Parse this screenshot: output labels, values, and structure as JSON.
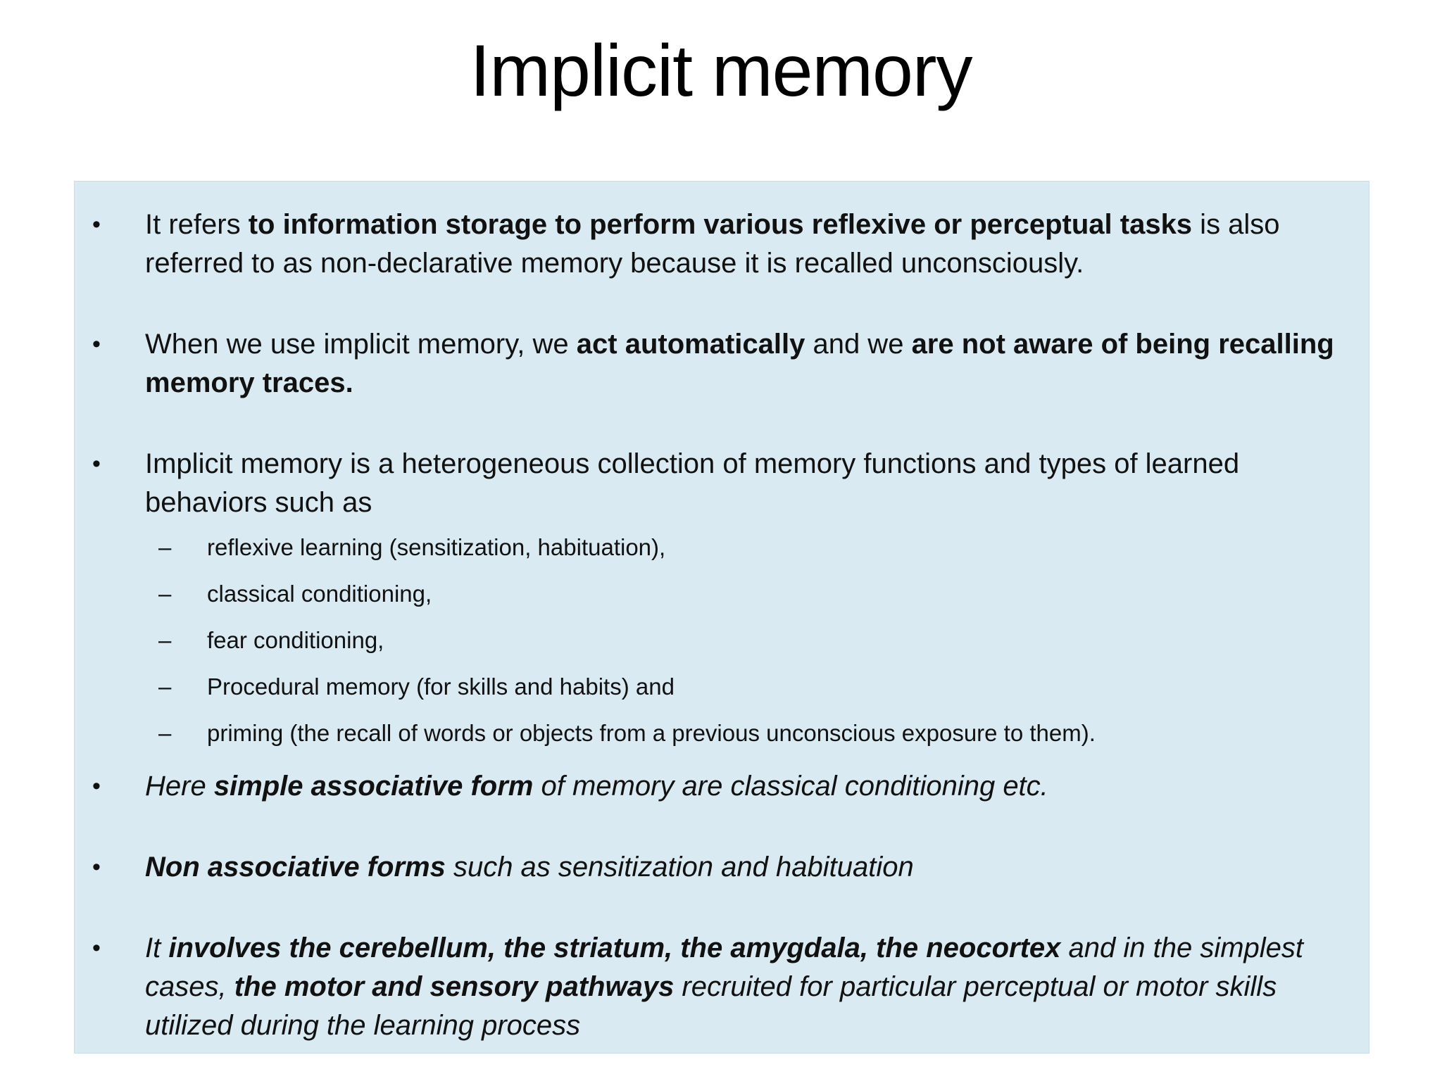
{
  "slide": {
    "title": "Implicit memory",
    "colors": {
      "page_bg": "#ffffff",
      "panel_bg": "#daeaf2",
      "text": "#111111"
    },
    "markers": {
      "level1": "•",
      "level2": "–"
    },
    "bullets": [
      {
        "level": 1,
        "runs": [
          {
            "t": "It refers ",
            "b": false,
            "i": false
          },
          {
            "t": "to information storage to perform various reflexive or perceptual tasks",
            "b": true,
            "i": false
          },
          {
            "t": " is also referred to as non-declarative memory because it is recalled unconsciously.",
            "b": false,
            "i": false
          }
        ]
      },
      {
        "level": 1,
        "runs": [
          {
            "t": "When we use implicit memory, we ",
            "b": false,
            "i": false
          },
          {
            "t": "act automatically",
            "b": true,
            "i": false
          },
          {
            "t": " and we ",
            "b": false,
            "i": false
          },
          {
            "t": "are not aware of being recalling memory traces.",
            "b": true,
            "i": false
          }
        ]
      },
      {
        "level": 1,
        "runs": [
          {
            "t": "Implicit memory is a heterogeneous collection of memory functions and types of learned behaviors such as",
            "b": false,
            "i": false
          }
        ]
      },
      {
        "level": 2,
        "runs": [
          {
            "t": "reflexive learning (sensitization, habituation),",
            "b": false,
            "i": false
          }
        ]
      },
      {
        "level": 2,
        "runs": [
          {
            "t": "classical conditioning,",
            "b": false,
            "i": false
          }
        ]
      },
      {
        "level": 2,
        "runs": [
          {
            "t": "fear conditioning,",
            "b": false,
            "i": false
          }
        ]
      },
      {
        "level": 2,
        "runs": [
          {
            "t": "Procedural memory (for skills and habits) and",
            "b": false,
            "i": false
          }
        ]
      },
      {
        "level": 2,
        "runs": [
          {
            "t": "priming (the recall of words or objects from a previous unconscious exposure to them).",
            "b": false,
            "i": false
          }
        ]
      },
      {
        "level": 1,
        "runs": [
          {
            "t": "Here ",
            "b": false,
            "i": true
          },
          {
            "t": "simple associative form",
            "b": true,
            "i": true
          },
          {
            "t": " of memory are classical conditioning etc.",
            "b": false,
            "i": true
          }
        ]
      },
      {
        "level": 1,
        "runs": [
          {
            "t": "Non associative forms",
            "b": true,
            "i": true
          },
          {
            "t": " such as sensitization and habituation",
            "b": false,
            "i": true
          }
        ]
      },
      {
        "level": 1,
        "runs": [
          {
            "t": "It ",
            "b": false,
            "i": true
          },
          {
            "t": "involves the cerebellum, the striatum, the amygdala, the neocortex",
            "b": true,
            "i": true
          },
          {
            "t": " and in the simplest cases, ",
            "b": false,
            "i": true
          },
          {
            "t": "the motor and sensory pathways",
            "b": true,
            "i": true
          },
          {
            "t": " recruited for particular perceptual or motor skills utilized during the learning process",
            "b": false,
            "i": true
          }
        ]
      }
    ]
  }
}
